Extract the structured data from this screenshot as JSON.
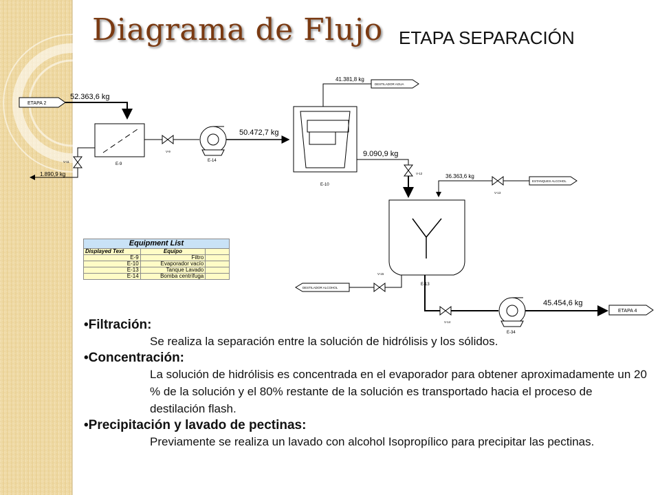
{
  "title": "Diagrama de Flujo",
  "subtitle": "ETAPA SEPARACIÓN",
  "theme": {
    "accent": "#7a3a12",
    "background_stripe": "#f0dca8",
    "table_fill": "#fffcc6",
    "table_header": "#c9e2f6"
  },
  "diagram": {
    "flow_labels": {
      "etapa2": "ETAPA 2",
      "feed": "52.363,6 kg",
      "solids_out": "1.890,9 kg",
      "filtered": "50.472,7 kg",
      "vapor_out": "41.381,8 kg",
      "destilador_agua": "DESTILADOR AGUA",
      "concentrate": "9.090,9 kg",
      "alcohol_in": "36.363,6 kg",
      "estanques_alcohol": "ESTANQUES ALCOHOL",
      "destilador_alcohol": "DESTILADOR ALCOHOL",
      "product": "45.454,6 kg",
      "etapa4": "ETAPA 4"
    },
    "equipment_tags": {
      "filter": "E-9",
      "pump_1": "E-14",
      "evaporator": "E-10",
      "tank": "E-13",
      "pump_2": "E-34",
      "valve_9": "V-9",
      "valve_11": "V-11",
      "valve_12": "V-12",
      "valve_13": "V-13",
      "valve_14": "V-14",
      "valve_15": "V-15"
    }
  },
  "equipment_list": {
    "title": "Equipment List",
    "columns": [
      "Displayed Text",
      "Equipo",
      ""
    ],
    "rows": [
      {
        "tag": "E-9",
        "equipo": "Filtro"
      },
      {
        "tag": "E-10",
        "equipo": "Evaporador vacío"
      },
      {
        "tag": "E-13",
        "equipo": "Tanque Lavado"
      },
      {
        "tag": "E-14",
        "equipo": "Bomba centrífuga"
      }
    ]
  },
  "bullets": [
    {
      "heading": "Filtración:",
      "text": "Se realiza la separación entre la solución de hidrólisis y los sólidos."
    },
    {
      "heading": "Concentración:",
      "text": "La solución de hidrólisis es concentrada en el evaporador para obtener aproximadamente un 20 % de la solución y el 80% restante de la solución es transportado hacia el proceso de destilación flash."
    },
    {
      "heading": "Precipitación y lavado de pectinas:",
      "text": "Previamente se realiza un lavado con alcohol Isopropílico para precipitar las pectinas."
    }
  ]
}
